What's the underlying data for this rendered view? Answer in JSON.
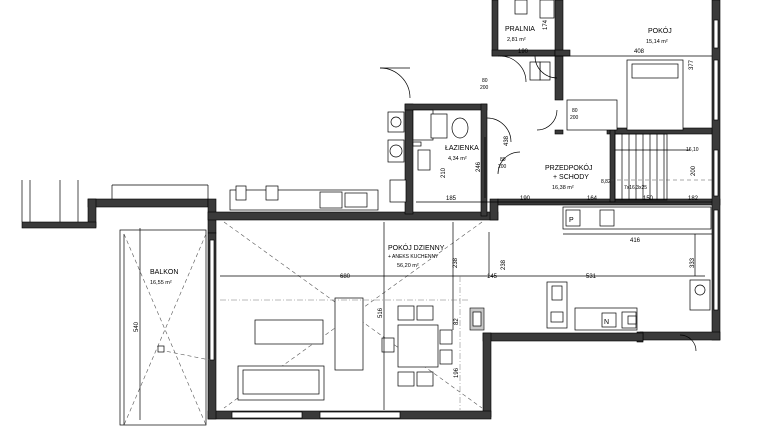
{
  "rooms": {
    "pralnia": {
      "name": "PRALNIA",
      "area": "2,81 m²"
    },
    "pokoj": {
      "name": "POKÓJ",
      "area": "15,14 m²"
    },
    "lazienka": {
      "name": "ŁAZIENKA",
      "area": "4,34 m²"
    },
    "przedpokoj": {
      "name": "PRZEDPOKÓJ",
      "name2": "+ SCHODY",
      "area": "16,38 m²"
    },
    "balkon": {
      "name": "BALKON",
      "area": "16,55 m²"
    },
    "dzienny": {
      "name": "POKÓJ DZIENNY",
      "name2": "+ ANEKS KUCHENNY",
      "area": "56,20 m²"
    }
  },
  "dimensions": {
    "d174": "174",
    "d190a": "190",
    "d408": "408",
    "d377": "377",
    "d80_200a": "80",
    "d80_200a2": "200",
    "d80_200b": "80",
    "d80_200b2": "200",
    "d80_200c": "80",
    "d80_200c2": "200",
    "d438": "438",
    "d246": "246",
    "d210": "210",
    "d185": "185",
    "d190b": "190",
    "d164": "164",
    "d150": "150",
    "d182": "182",
    "d200": "200",
    "d1610": "16,10",
    "d882": "8,82",
    "stairs": "7x16,3x25",
    "d416": "416",
    "d680": "680",
    "d238a": "238",
    "d238b": "238",
    "d145": "145",
    "d531": "531",
    "d333": "333",
    "d516": "516",
    "d82": "82",
    "d196": "196",
    "d540": "540"
  },
  "furniture_labels": {
    "fridge": "P",
    "oven": "N"
  }
}
